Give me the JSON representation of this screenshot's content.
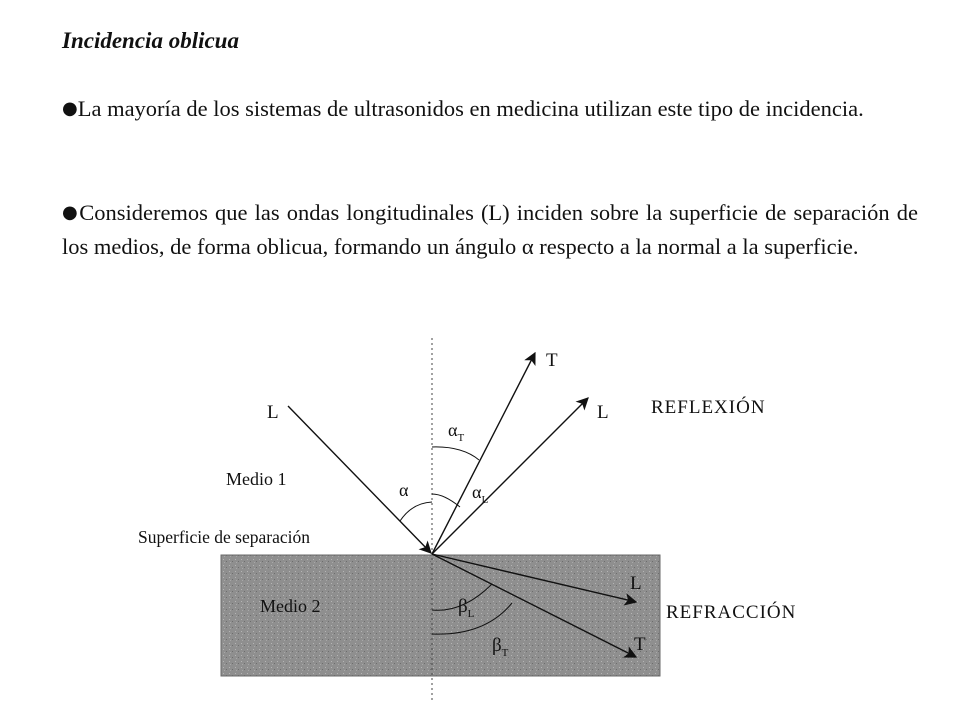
{
  "document": {
    "title": "Incidencia oblicua",
    "bullet_glyph": "●",
    "paragraphs": [
      "La mayoría de los sistemas de ultrasonidos en medicina utilizan este tipo de incidencia.",
      "Consideremos que las ondas longitudinales (L) inciden sobre la superficie de separación de los medios, de forma oblicua, formando un ángulo α respecto a la normal a la superficie."
    ]
  },
  "diagram": {
    "labels": {
      "incident_wave": "L",
      "medium_1": "Medio 1",
      "medium_2": "Medio 2",
      "interface": "Superficie de separación",
      "reflection": "REFLEXIÓN",
      "refraction": "REFRACCIÓN",
      "reflected_transverse": "T",
      "reflected_longitudinal": "L",
      "refracted_longitudinal": "L",
      "refracted_transverse": "T"
    },
    "angles": {
      "alpha": "α",
      "alpha_T_base": "α",
      "alpha_T_sub": "T",
      "alpha_L_base": "α",
      "alpha_L_sub": "L",
      "beta_L_base": "β",
      "beta_L_sub": "L",
      "beta_T_base": "β",
      "beta_T_sub": "T"
    },
    "colors": {
      "medium_2_fill": "#8f8f8f",
      "lines": "#111111"
    }
  }
}
